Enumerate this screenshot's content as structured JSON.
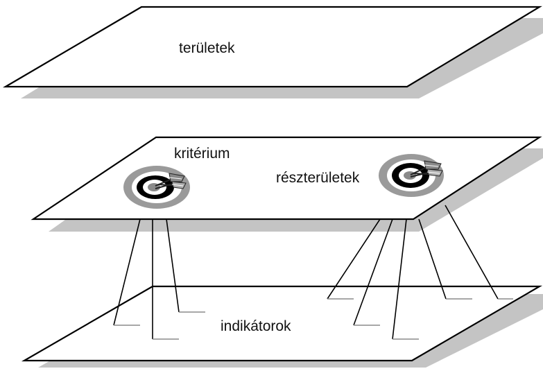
{
  "planes": {
    "top": {
      "label": "területek"
    },
    "middle": {
      "label_left": "kritérium",
      "label_right": "részterületek"
    },
    "bottom": {
      "label": "indikátorok"
    }
  },
  "icons": [
    "target-icon",
    "target-icon"
  ],
  "colors": {
    "plane_fill": "#ffffff",
    "plane_stroke": "#000000",
    "shadow": "#c4c4c4",
    "target_outer_ring": "#9a9a9a",
    "target_inner_ring": "#000000"
  }
}
